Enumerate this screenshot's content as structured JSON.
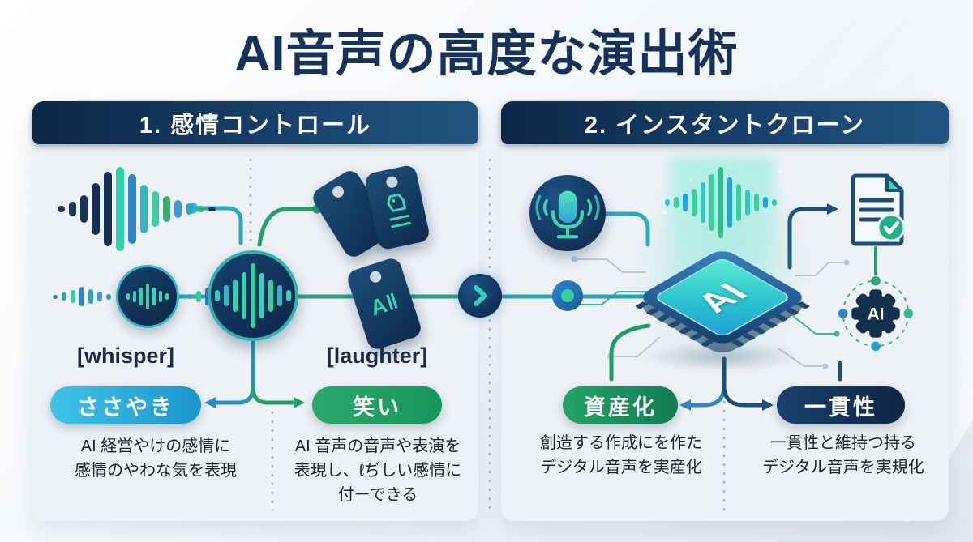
{
  "title": "AI音声の高度な演出術",
  "panels": [
    {
      "header": "1. 感情コントロール",
      "items": [
        {
          "code": "[whisper]",
          "badge": "ささやき",
          "desc": "AI 経営やけの感情に\n感情のやわな気を表現"
        },
        {
          "code": "[laughter]",
          "badge": "笑い",
          "desc": "AI 音声の音声や表演を\n表現し、ℓぢしい感情に\n付ーできる"
        }
      ]
    },
    {
      "header": "2. インスタントクローン",
      "items": [
        {
          "badge": "資産化",
          "desc": "創造する作成にを作た\nデジタル音声を実産化"
        },
        {
          "badge": "一貫性",
          "desc": "一貫性と維持つ持る\nデジタル音声を実規化"
        }
      ]
    }
  ],
  "chip": {
    "label": "AI"
  },
  "gear": {
    "label": "AI"
  },
  "icons": {
    "tag_ai_glyph": "A‖"
  },
  "colors": {
    "navy": "#16325a",
    "header_gradient_start": "#0c2746",
    "header_gradient_end": "#215581",
    "accent_teal": "#35d0a0",
    "accent_cyan": "#2fb7c9",
    "badge_whisper": "#2fb3dd",
    "badge_laughter": "#23a164",
    "badge_asset": "#1f9e66",
    "badge_consistency": "#163a63"
  }
}
